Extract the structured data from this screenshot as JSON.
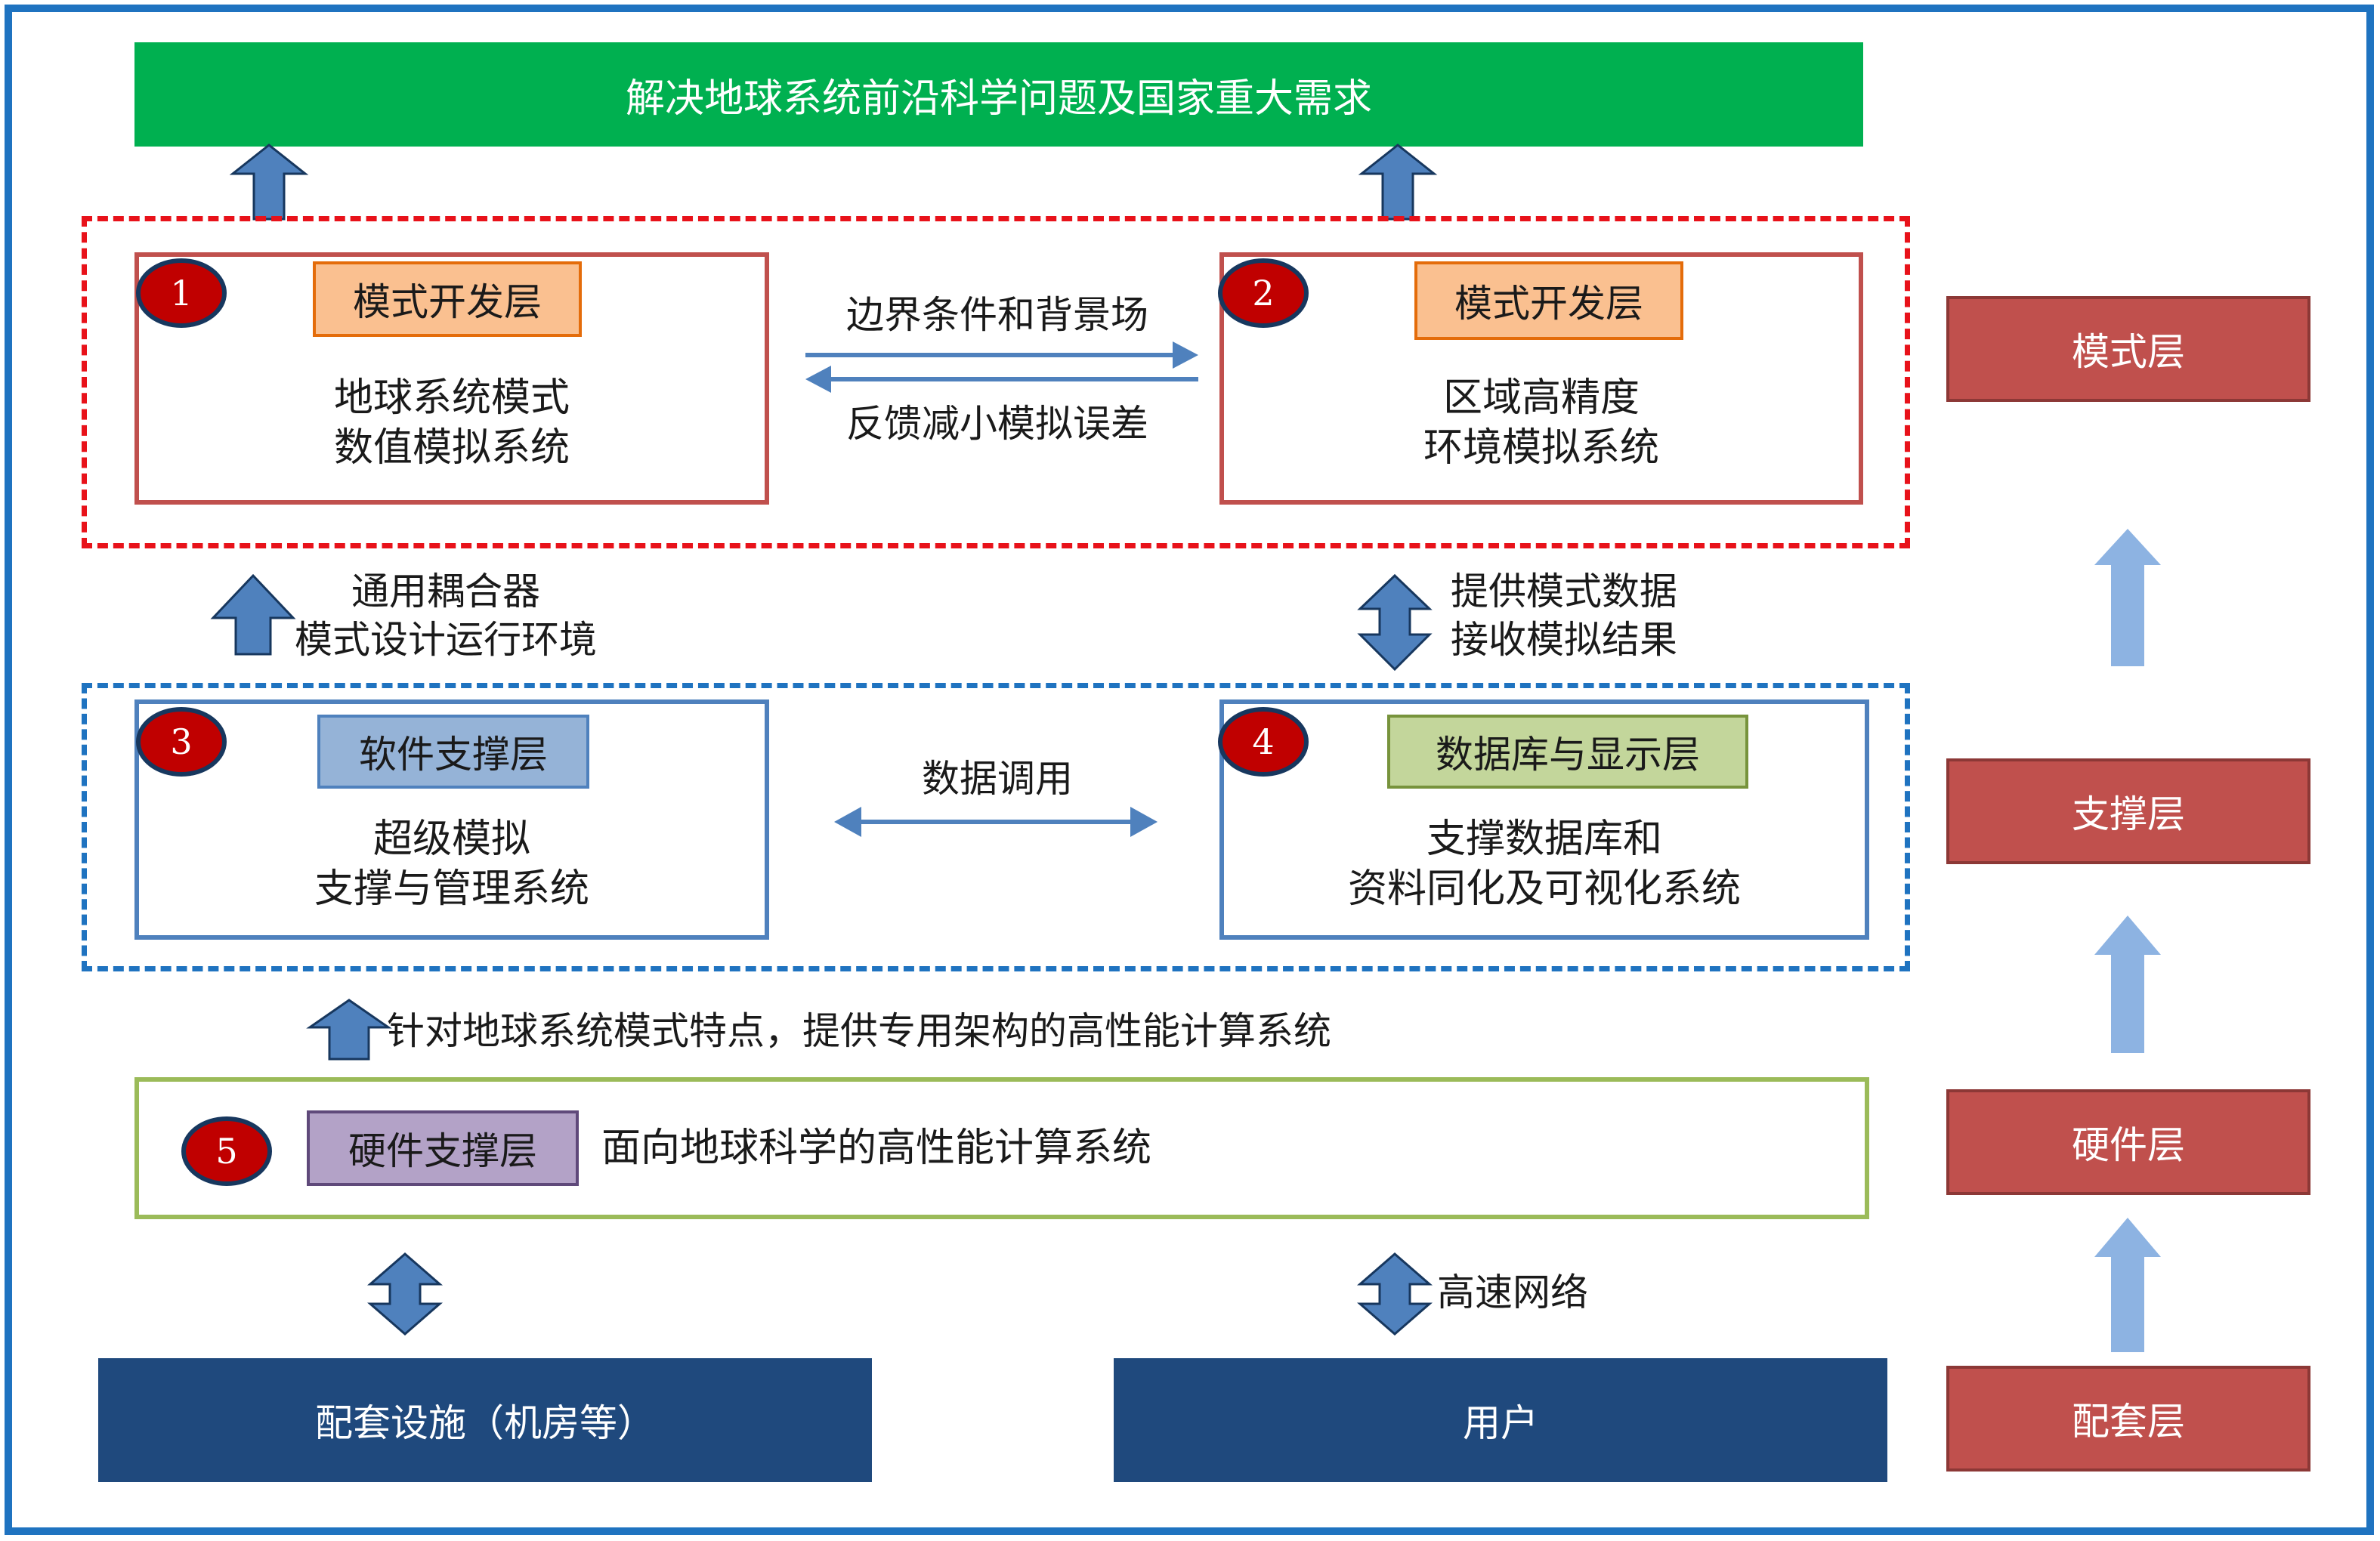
{
  "goal": "解决地球系统前沿科学问题及国家重大需求",
  "box1": {
    "number": "1",
    "tag": "模式开发层",
    "line1": "地球系统模式",
    "line2": "数值模拟系统"
  },
  "box2": {
    "number": "2",
    "tag": "模式开发层",
    "line1": "区域高精度",
    "line2": "环境模拟系统"
  },
  "box3": {
    "number": "3",
    "tag": "软件支撑层",
    "line1": "超级模拟",
    "line2": "支撑与管理系统"
  },
  "box4": {
    "number": "4",
    "tag": "数据库与显示层",
    "line1": "支撑数据库和",
    "line2": "资料同化及可视化系统"
  },
  "box5": {
    "number": "5",
    "tag": "硬件支撑层",
    "desc": "面向地球科学的高性能计算系统"
  },
  "link_1_2": {
    "top": "边界条件和背景场",
    "bottom": "反馈减小模拟误差"
  },
  "link_3_4": "数据调用",
  "left_up": {
    "line1": "通用耦合器",
    "line2": "模式设计运行环境"
  },
  "right_updown": {
    "line1": "提供模式数据",
    "line2": "接收模拟结果"
  },
  "hpc_note": "针对地球系统模式特点，提供专用架构的高性能计算系统",
  "network": "高速网络",
  "facility": "配套设施（机房等）",
  "user": "用户",
  "layers": [
    "模式层",
    "支撑层",
    "硬件层",
    "配套层"
  ],
  "colors": {
    "goal": "#00b050",
    "frame": "#1f73c0",
    "layer_box": "#c0504d",
    "navy_box": "#1f497d",
    "arrow": "#4f81bd",
    "light_arrow": "#8db3e2"
  }
}
